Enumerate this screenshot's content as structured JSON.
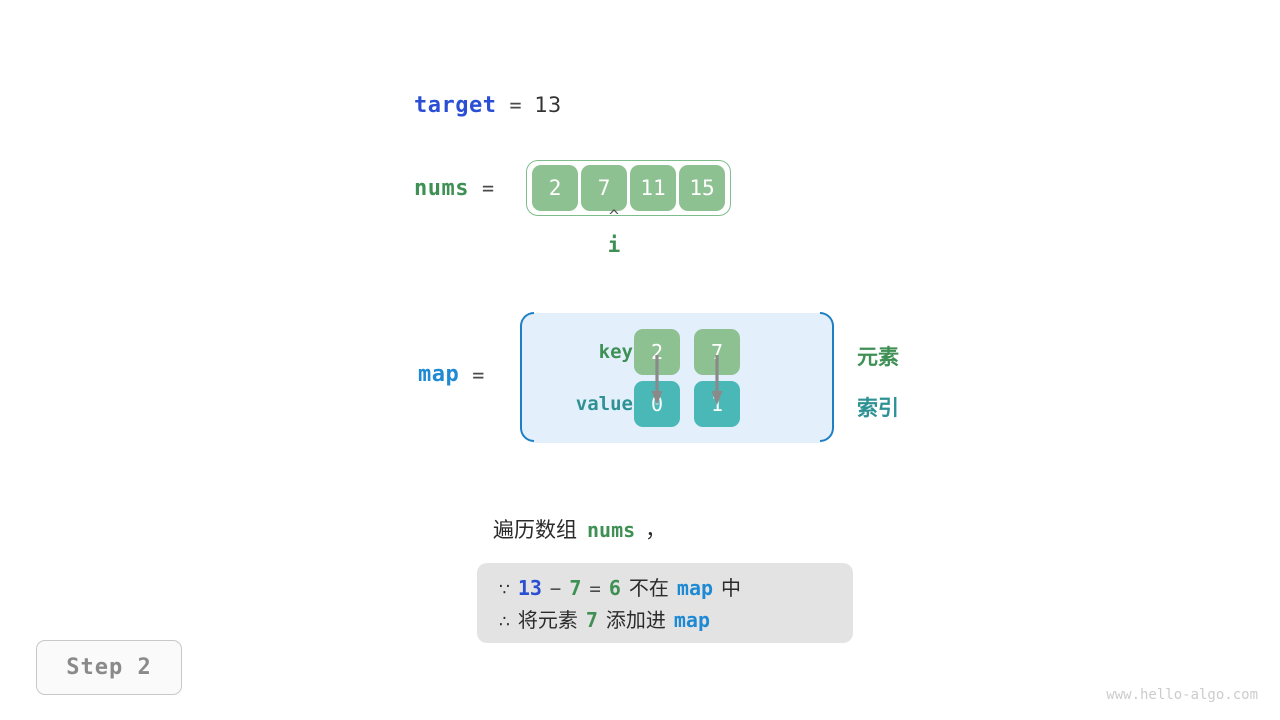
{
  "target": {
    "label": "target",
    "equals": "=",
    "value": "13"
  },
  "nums": {
    "label": "nums",
    "equals": "=",
    "cells": [
      "2",
      "7",
      "11",
      "15"
    ]
  },
  "pointer": {
    "caret": "^",
    "label": "i",
    "index": 1
  },
  "map": {
    "label": "map",
    "equals": "=",
    "key_row_label": "key",
    "value_row_label": "value",
    "keys": [
      "2",
      "7"
    ],
    "values": [
      "0",
      "1"
    ],
    "side_labels": {
      "element": "元素",
      "index": "索引"
    }
  },
  "caption": {
    "prefix": "遍历数组",
    "keyword": "nums",
    "suffix": "，"
  },
  "info": {
    "line1": {
      "symbol": "∵",
      "a": "13",
      "minus": "−",
      "b": "7",
      "eq": "=",
      "result": "6",
      "text_mid": "不在",
      "keyword": "map",
      "text_end": "中"
    },
    "line2": {
      "symbol": "∴",
      "text_start": "将元素",
      "number": "7",
      "text_mid": "添加进",
      "keyword": "map"
    }
  },
  "step_badge": "Step 2",
  "watermark": "www.hello-algo.com",
  "colors": {
    "green": "#3f9055",
    "cell_green": "#8ec191",
    "teal": "#4bb8b8",
    "teal_text": "#2e9295",
    "blue_target": "#2b4fd4",
    "blue_map": "#1f8ad4",
    "box_blue_fill": "#e3f0fb",
    "box_blue_border": "#1f7fc4",
    "info_gray": "#e3e3e3",
    "arrow_gray": "#8a8a8a"
  }
}
